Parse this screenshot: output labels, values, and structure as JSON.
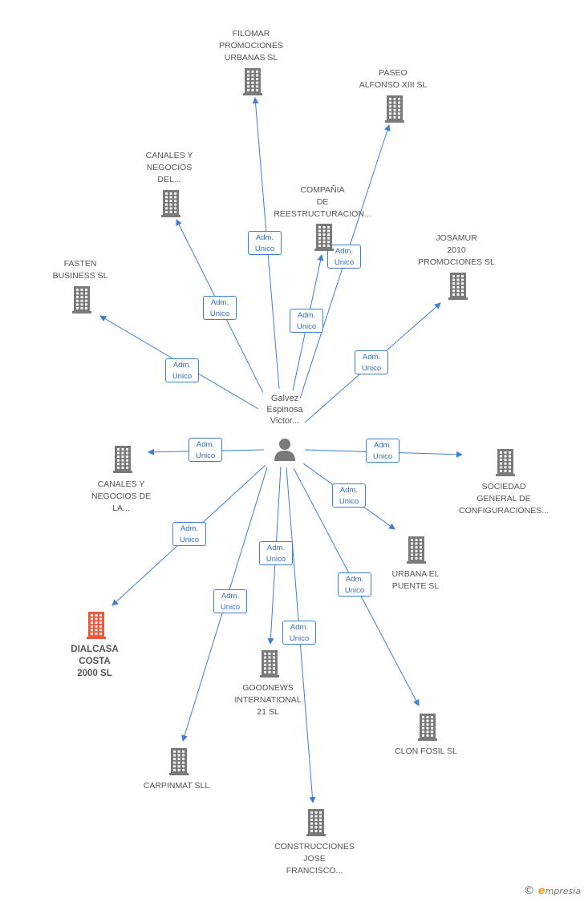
{
  "colors": {
    "edge": "#3d7fd1",
    "building": "#7a7a7a",
    "highlight": "#f0573a",
    "person": "#7a7a7a"
  },
  "center": {
    "label": "Galvez\nEspinosa\nVictor...",
    "icon": "person-icon"
  },
  "nodes": [
    {
      "id": "filomar",
      "label": "FILOMAR\nPROMOCIONES\nURBANAS SL",
      "icon": "building-icon",
      "highlight": false,
      "edge_label": "Adm.\nUnico"
    },
    {
      "id": "paseo",
      "label": "PASEO\nALFONSO XIII SL",
      "icon": "building-icon",
      "highlight": false,
      "edge_label": "Adm.\nUnico"
    },
    {
      "id": "canales_del",
      "label": "CANALES Y\nNEGOCIOS\nDEL...",
      "icon": "building-icon",
      "highlight": false,
      "edge_label": "Adm.\nUnico"
    },
    {
      "id": "compania",
      "label": "COMPAÑIA\nDE\nREESTRUCTURACION...",
      "icon": "building-icon",
      "highlight": false,
      "edge_label": "Adm.\nUnico"
    },
    {
      "id": "josamur",
      "label": "JOSAMUR\n2010\nPROMOCIONES SL",
      "icon": "building-icon",
      "highlight": false,
      "edge_label": "Adm.\nUnico"
    },
    {
      "id": "fasten",
      "label": "FASTEN\nBUSINESS SL",
      "icon": "building-icon",
      "highlight": false,
      "edge_label": "Adm.\nUnico"
    },
    {
      "id": "canales_la",
      "label": "CANALES Y\nNEGOCIOS DE\nLA...",
      "icon": "building-icon",
      "highlight": false,
      "edge_label": "Adm.\nUnico"
    },
    {
      "id": "sociedad",
      "label": "SOCIEDAD\nGENERAL DE\nCONFIGURACIONES...",
      "icon": "building-icon",
      "highlight": false,
      "edge_label": "Adm.\nUnico"
    },
    {
      "id": "urbana",
      "label": "URBANA EL\nPUENTE  SL",
      "icon": "building-icon",
      "highlight": false,
      "edge_label": "Adm.\nUnico"
    },
    {
      "id": "dialcasa",
      "label": "DIALCASA\nCOSTA\n2000 SL",
      "icon": "building-icon",
      "highlight": true,
      "edge_label": "Adm.\nUnico"
    },
    {
      "id": "goodnews",
      "label": "GOODNEWS\nINTERNATIONAL\n21 SL",
      "icon": "building-icon",
      "highlight": false,
      "edge_label": "Adm.\nUnico"
    },
    {
      "id": "carpinmat",
      "label": "CARPINMAT SLL",
      "icon": "building-icon",
      "highlight": false,
      "edge_label": "Adm.\nUnico"
    },
    {
      "id": "clon",
      "label": "CLON FOSIL SL",
      "icon": "building-icon",
      "highlight": false,
      "edge_label": "Adm.\nUnico"
    },
    {
      "id": "construcciones",
      "label": "CONSTRUCCIONES\nJOSE\nFRANCISCO...",
      "icon": "building-icon",
      "highlight": false,
      "edge_label": "Adm.\nUnico"
    }
  ],
  "footer": {
    "copyright": "©",
    "brand_first": "e",
    "brand_rest": "mpresia"
  }
}
